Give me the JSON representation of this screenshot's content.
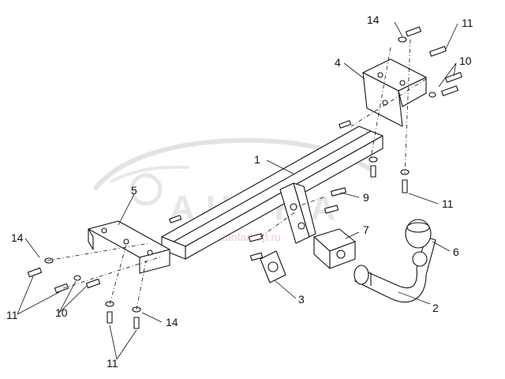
{
  "watermark": {
    "brand": "AHTKA",
    "tagline": "www.autofarkop.ru"
  },
  "callouts": [
    {
      "id": "c1",
      "text": "1"
    },
    {
      "id": "c2",
      "text": "2"
    },
    {
      "id": "c3",
      "text": "3"
    },
    {
      "id": "c4",
      "text": "4"
    },
    {
      "id": "c5",
      "text": "5"
    },
    {
      "id": "c6",
      "text": "6"
    },
    {
      "id": "c7",
      "text": "7"
    },
    {
      "id": "c9",
      "text": "9"
    },
    {
      "id": "c10a",
      "text": "10"
    },
    {
      "id": "c10b",
      "text": "10"
    },
    {
      "id": "c11a",
      "text": "11"
    },
    {
      "id": "c11b",
      "text": "11"
    },
    {
      "id": "c11c",
      "text": "11"
    },
    {
      "id": "c11d",
      "text": "11"
    },
    {
      "id": "c14a",
      "text": "14"
    },
    {
      "id": "c14b",
      "text": "14"
    },
    {
      "id": "c14c",
      "text": "14"
    }
  ],
  "colors": {
    "line": "#111111",
    "watermark": "#e6e6e6",
    "watermark_red": "#f3c9c9"
  }
}
